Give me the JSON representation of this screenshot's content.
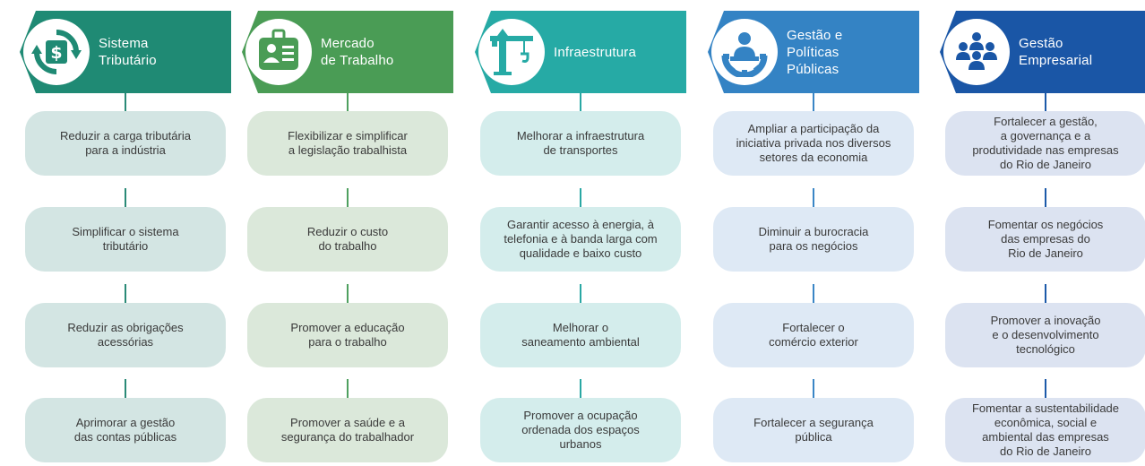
{
  "columns": [
    {
      "title_lines": [
        "Sistema",
        "Tributário"
      ],
      "icon": "money-exchange-icon",
      "color": "#1f8a74",
      "items": [
        {
          "lines": [
            "Reduzir a carga tributária",
            "para a indústria"
          ]
        },
        {
          "lines": [
            "Simplificar o sistema",
            "tributário"
          ]
        },
        {
          "lines": [
            "Reduzir as obrigações",
            "acessórias"
          ]
        },
        {
          "lines": [
            "Aprimorar a gestão",
            "das contas públicas"
          ]
        }
      ]
    },
    {
      "title_lines": [
        "Mercado",
        "de Trabalho"
      ],
      "icon": "id-card-icon",
      "color": "#4a9c55",
      "items": [
        {
          "lines": [
            "Flexibilizar e simplificar",
            "a legislação trabalhista"
          ]
        },
        {
          "lines": [
            "Reduzir o custo",
            "do trabalho"
          ]
        },
        {
          "lines": [
            "Promover a educação",
            "para o trabalho"
          ]
        },
        {
          "lines": [
            "Promover a saúde e a",
            "segurança do trabalhador"
          ]
        }
      ]
    },
    {
      "title_lines": [
        "Infraestrutura"
      ],
      "icon": "crane-icon",
      "color": "#26aaa5",
      "items": [
        {
          "lines": [
            "Melhorar a infraestrutura",
            "de transportes"
          ]
        },
        {
          "lines": [
            "Garantir acesso à energia, à",
            "telefonia e à banda larga com",
            "qualidade e baixo custo"
          ]
        },
        {
          "lines": [
            "Melhorar o",
            "saneamento ambiental"
          ]
        },
        {
          "lines": [
            "Promover a ocupação",
            "ordenada dos espaços",
            "urbanos"
          ]
        }
      ]
    },
    {
      "title_lines": [
        "Gestão e",
        "Políticas",
        "Públicas"
      ],
      "icon": "public-manager-gear-icon",
      "color": "#3483c4",
      "items": [
        {
          "lines": [
            "Ampliar a participação da",
            "iniciativa privada nos diversos",
            "setores da economia"
          ]
        },
        {
          "lines": [
            "Diminuir a burocracia",
            "para os negócios"
          ]
        },
        {
          "lines": [
            "Fortalecer o",
            "comércio exterior"
          ]
        },
        {
          "lines": [
            "Fortalecer a segurança",
            "pública"
          ]
        }
      ]
    },
    {
      "title_lines": [
        "Gestão",
        "Empresarial"
      ],
      "icon": "team-group-icon",
      "color": "#1a56a6",
      "items": [
        {
          "lines": [
            "Fortalecer a gestão,",
            "a governança e a",
            "produtividade nas empresas",
            "do Rio de Janeiro"
          ]
        },
        {
          "lines": [
            "Fomentar os negócios",
            "das empresas do",
            "Rio de Janeiro"
          ]
        },
        {
          "lines": [
            "Promover a inovação",
            "e o desenvolvimento",
            "tecnológico"
          ]
        },
        {
          "lines": [
            "Fomentar a sustentabilidade",
            "econômica, social e",
            "ambiental das empresas",
            "do Rio de Janeiro"
          ]
        }
      ]
    }
  ]
}
